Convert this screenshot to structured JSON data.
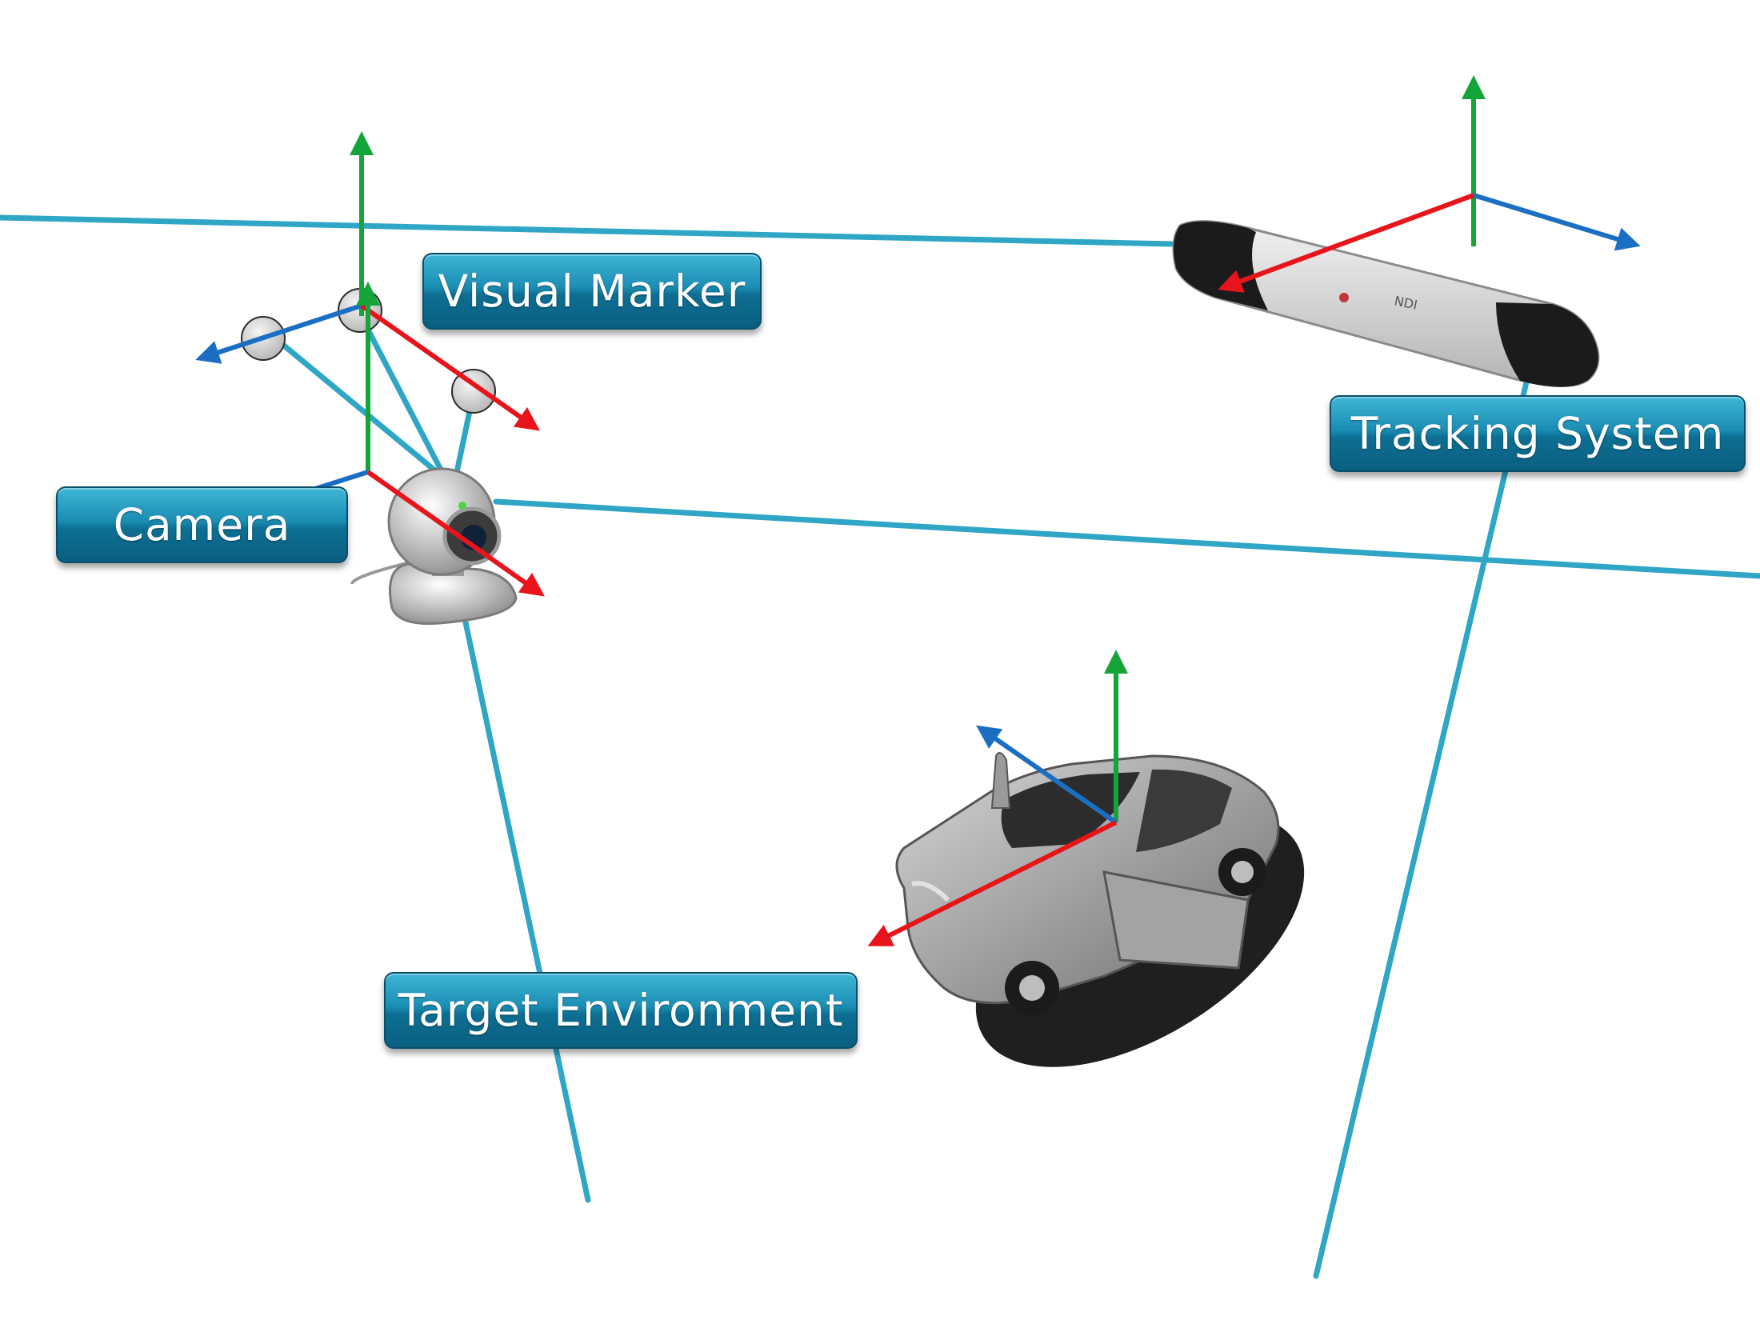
{
  "labels": {
    "visual_marker": "Visual Marker",
    "camera": "Camera",
    "tracking_system": "Tracking System",
    "target_environment": "Target Environment"
  },
  "colors": {
    "link_line": "#2fa6c6",
    "axis_x": "#e8141b",
    "axis_y": "#13a538",
    "axis_z": "#1b6fc3",
    "label_fill": "#1b8db3"
  },
  "icons": [
    "webcam-icon",
    "tracking-camera-bar-icon",
    "toy-car-icon",
    "marker-sphere-icon"
  ]
}
